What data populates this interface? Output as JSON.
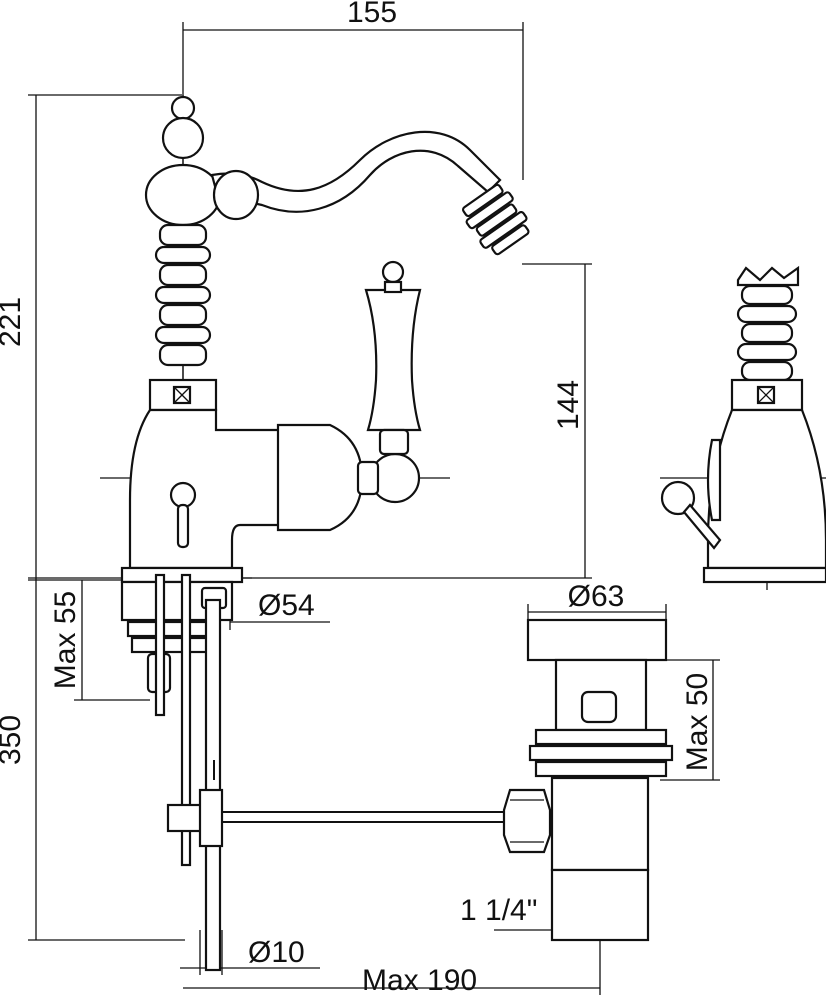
{
  "dimensions": {
    "width_155": "155",
    "height_221": "221",
    "height_144": "144",
    "diameter_54": "Ø54",
    "max_55": "Max 55",
    "height_350": "350",
    "diameter_63": "Ø63",
    "max_50": "Max 50",
    "thread": "1 1/4\"",
    "diameter_10": "Ø10",
    "max_190": "Max 190"
  },
  "colors": {
    "line": "#111111",
    "background": "#ffffff"
  }
}
